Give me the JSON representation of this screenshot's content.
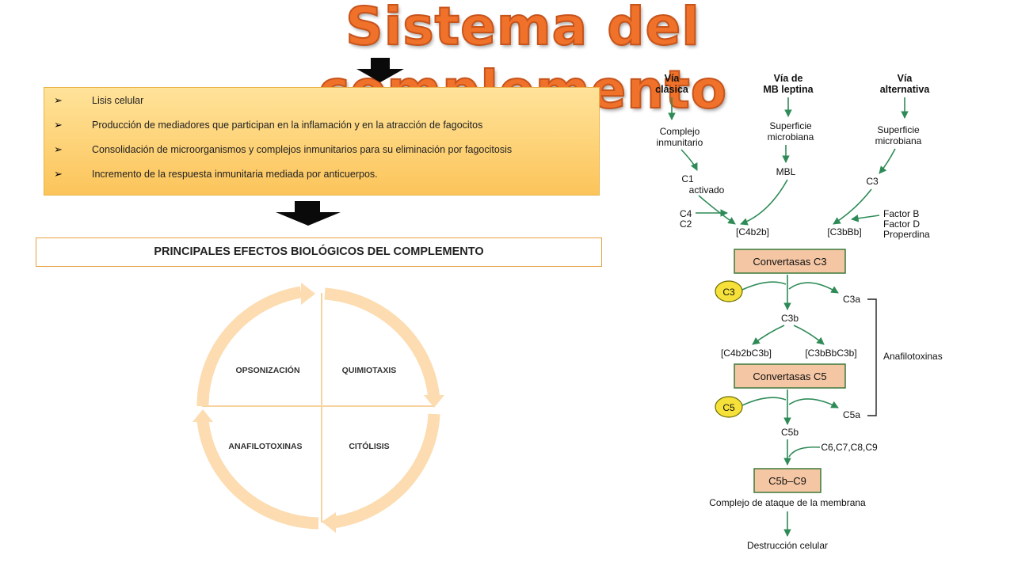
{
  "title": "Sistema del complemento",
  "effects": [
    "Lisis celular",
    "Producción de mediadores que participan en la inflamación y en la atracción de fagocitos",
    "Consolidación de microorganismos y complejos inmunitarios para su eliminación por fagocitosis",
    "Incremento de la respuesta inmunitaria mediada por anticuerpos."
  ],
  "heading": "PRINCIPALES EFECTOS BIOLÓGICOS DEL COMPLEMENTO",
  "cycle": {
    "top_left": "OPSONIZACIÓN",
    "top_right": "QUIMIOTAXIS",
    "bottom_right": "CITÓLISIS",
    "bottom_left": "ANAFILOTOXINAS"
  },
  "pathway": {
    "via_clasica": [
      "Vía",
      "clásica"
    ],
    "via_mb": [
      "Vía de",
      "MB leptina"
    ],
    "via_alternativa": [
      "Vía",
      "alternativa"
    ],
    "complejo_inmunitario": [
      "Complejo",
      "inmunitario"
    ],
    "superficie_microbiana_1": [
      "Superficie",
      "microbiana"
    ],
    "superficie_microbiana_2": [
      "Superficie",
      "microbiana"
    ],
    "mbl": "MBL",
    "c1_activado": [
      "C1",
      "activado"
    ],
    "c3_alt": "C3",
    "c4c2": [
      "C4",
      "C2"
    ],
    "factors": [
      "Factor B",
      "Factor D",
      "Properdina"
    ],
    "c4b2b": "[C4b2b]",
    "c3bbb": "[C3bBb]",
    "convertasas_c3": "Convertasas C3",
    "c3_circle": "C3",
    "c3a": "C3a",
    "c3b": "C3b",
    "c4b2bc3b": "[C4b2bC3b]",
    "c3bbbc3b": "[C3bBbC3b]",
    "anafilotoxinas": "Anafilotoxinas",
    "convertasas_c5": "Convertasas C5",
    "c5_circle": "C5",
    "c5a": "C5a",
    "c5b": "C5b",
    "c6c9": "C6,C7,C8,C9",
    "c5bc9": "C5b–C9",
    "complejo_ataque": "Complejo de ataque de la membrana",
    "destruccion": "Destrucción celular"
  }
}
